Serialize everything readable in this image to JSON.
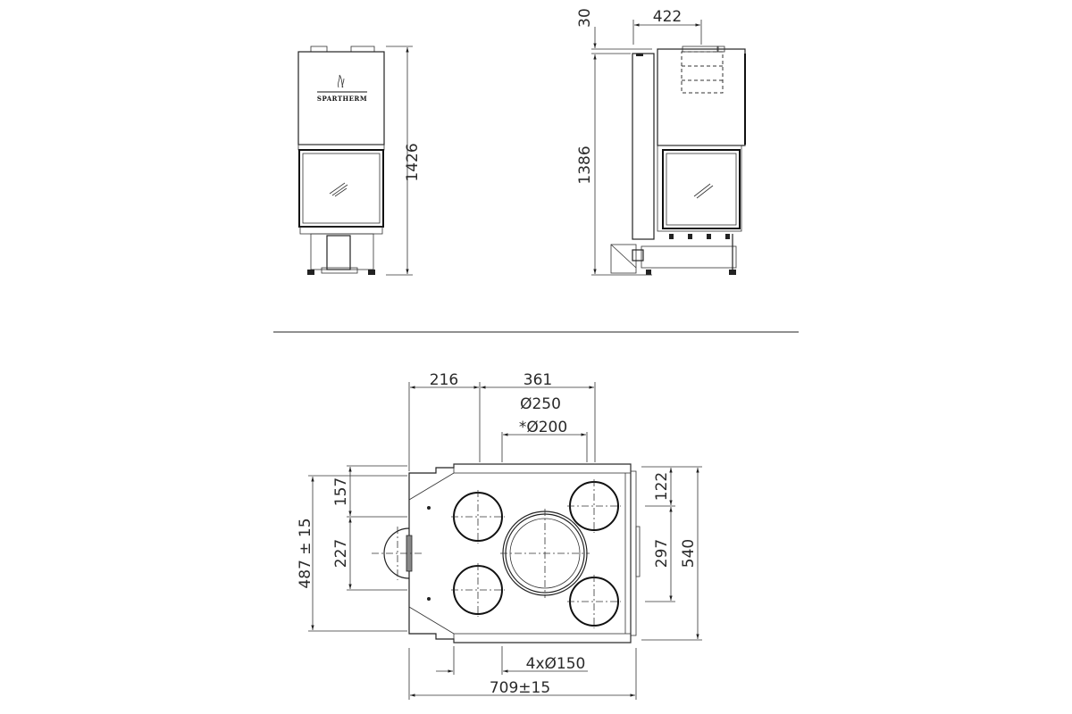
{
  "brand": {
    "logo_text": "SPARTHERM"
  },
  "front_view": {
    "height_label": "1426"
  },
  "side_view": {
    "top_offset_label": "30",
    "outlet_offset_label": "422",
    "height_label": "1386"
  },
  "top_view": {
    "left_offset_label": "216",
    "center_offset_label": "361",
    "main_outlet_diameter_label": "Ø250",
    "alt_outlet_diameter_label": "*Ø200",
    "left_upper_label": "157",
    "left_middle_label": "227",
    "left_total_label": "487 ± 15",
    "right_upper_label": "122",
    "right_middle_label": "297",
    "right_total_label": "540",
    "small_outlets_label": "4xØ150",
    "width_label": "709±15"
  },
  "colors": {
    "line": "#222222",
    "background": "#ffffff"
  }
}
